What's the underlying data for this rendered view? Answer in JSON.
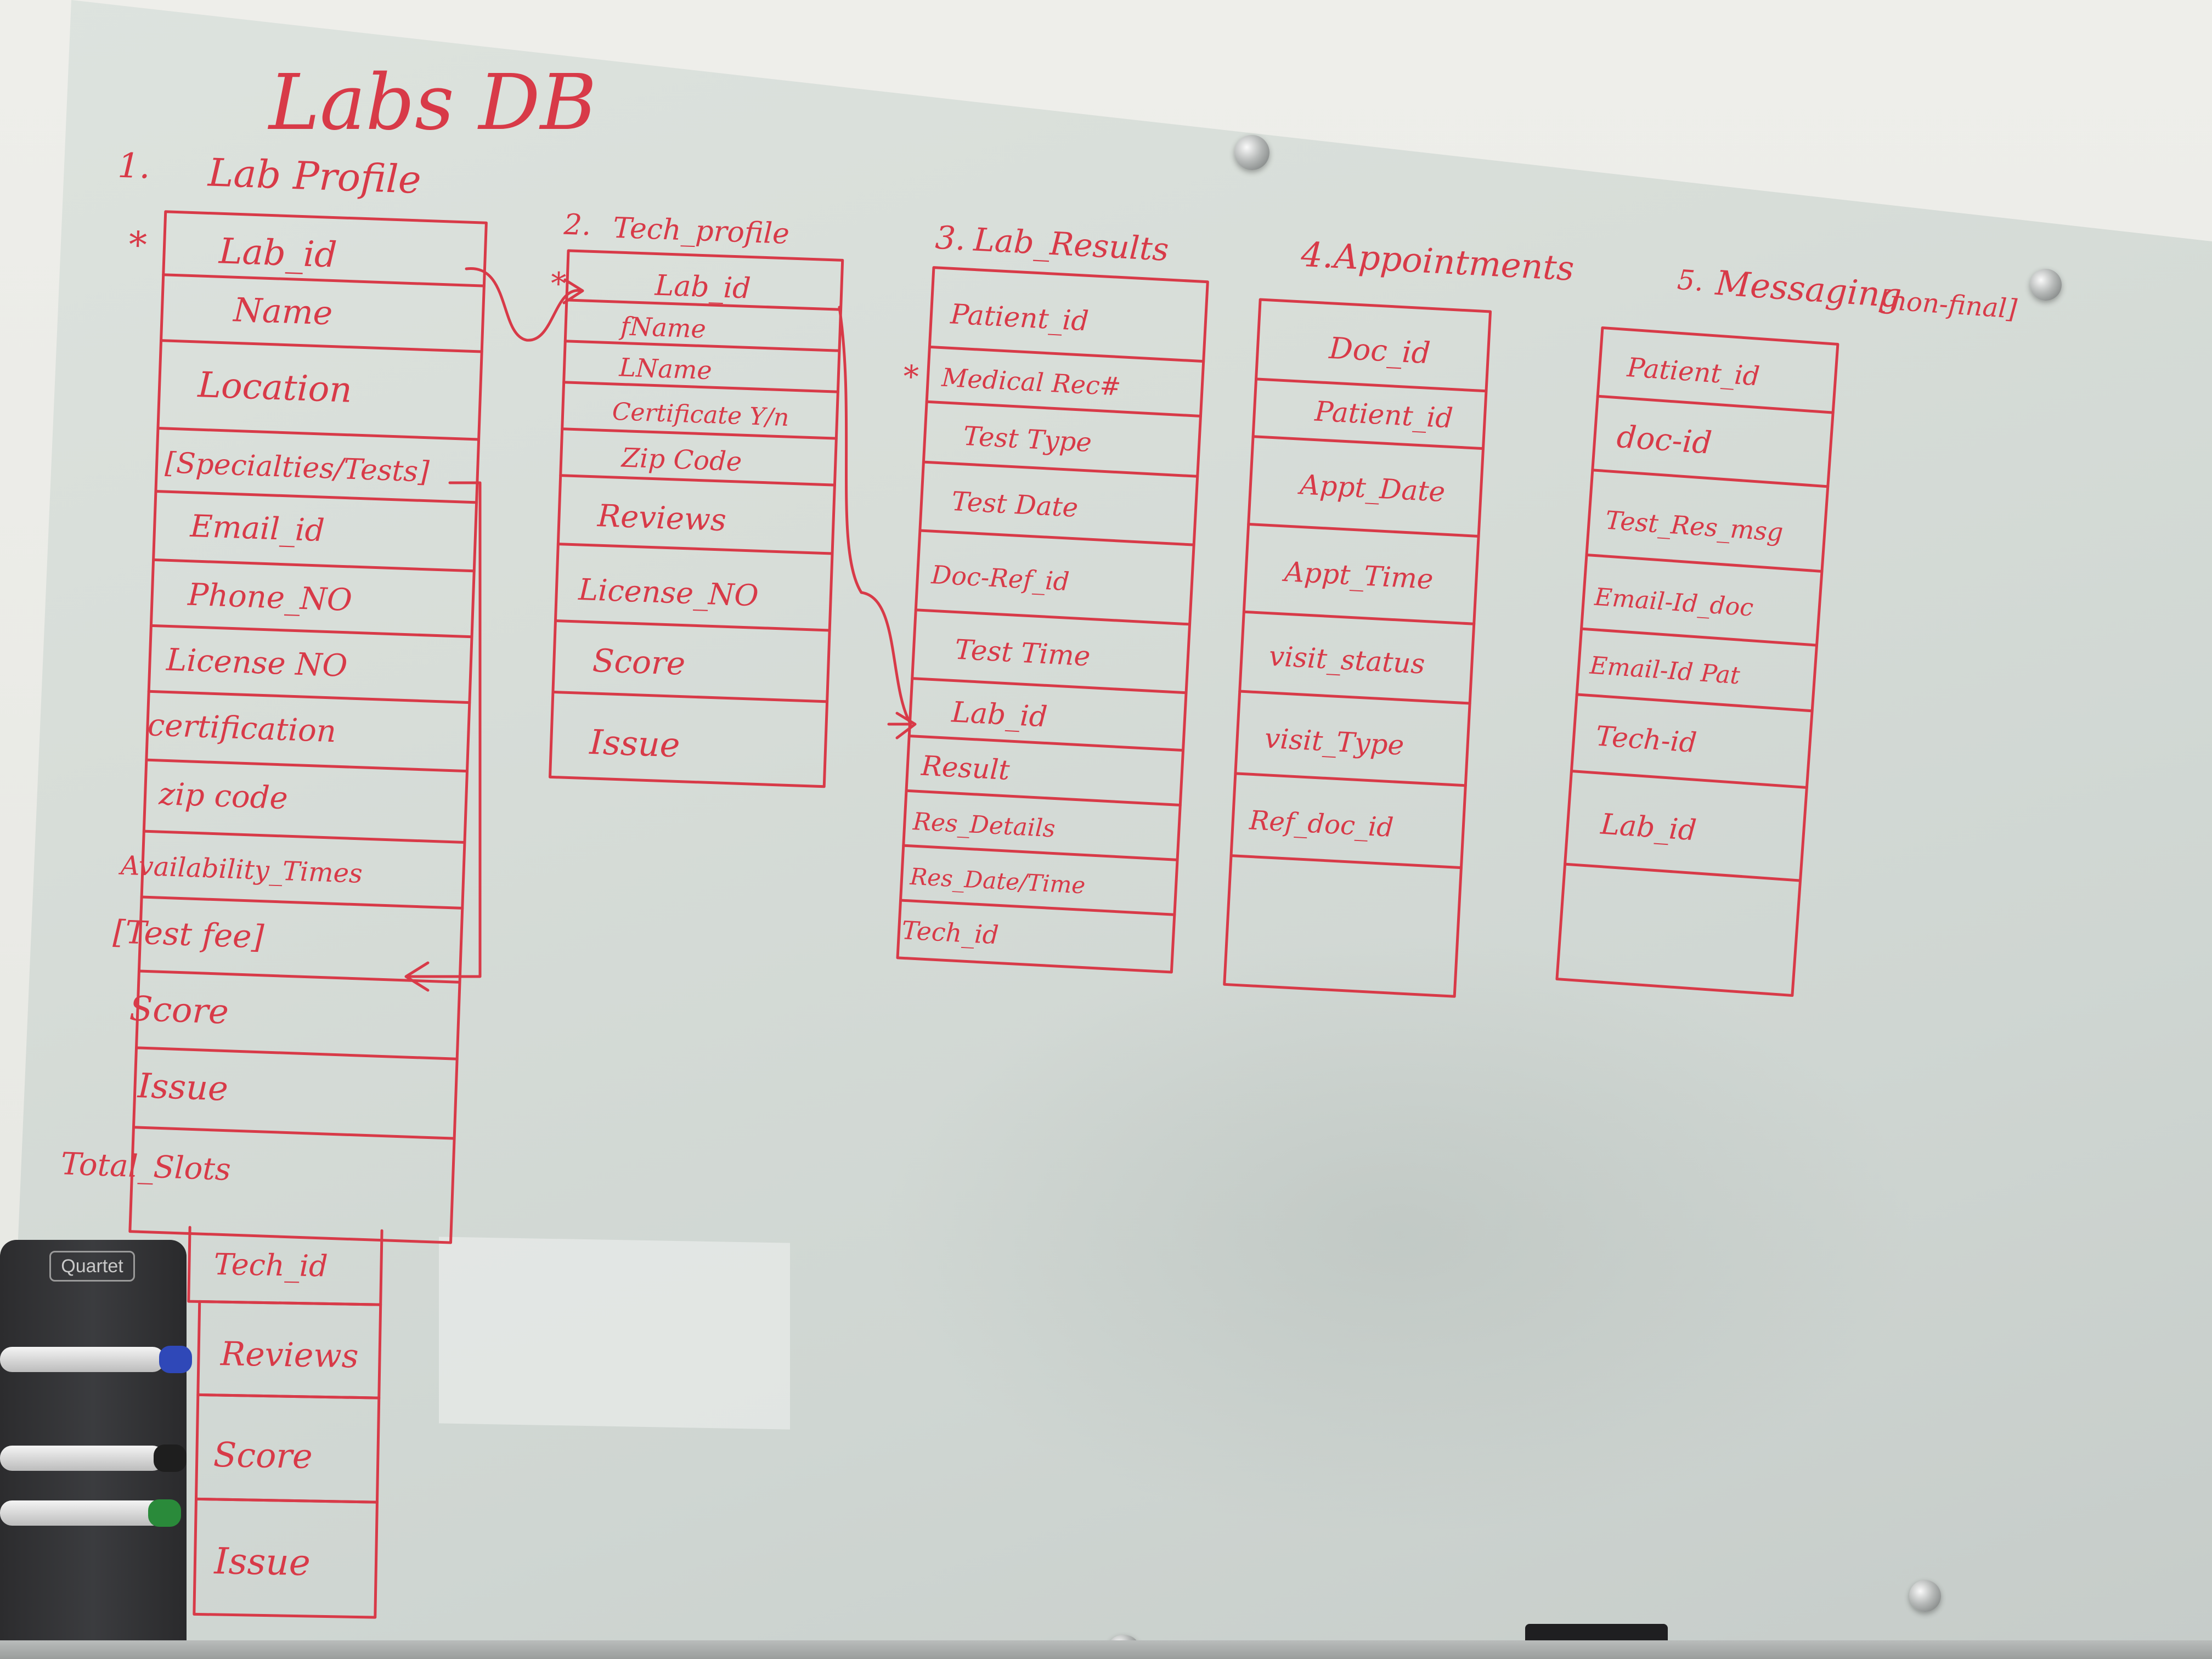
{
  "board": {
    "title": "Labs DB",
    "ink_color": "#d83a48",
    "tray_brand": "Quartet"
  },
  "tables": [
    {
      "number": "1.",
      "name": "Lab Profile",
      "fields": [
        "Lab_id",
        "Name",
        "Location",
        "[Specialties/Tests]",
        "Email_id",
        "Phone_NO",
        "License NO",
        "certification",
        "zip code",
        "Availability_Times",
        "[Test fee]",
        "Score",
        "Issue",
        "Total_Slots"
      ],
      "key_marker": "*",
      "extension_fields": [
        "Tech_id",
        "Reviews",
        "Score",
        "Issue"
      ]
    },
    {
      "number": "2.",
      "name": "Tech_profile",
      "fields": [
        "Lab_id",
        "fName",
        "LName",
        "Certificate Y/n",
        "Zip Code",
        "Reviews",
        "License_NO",
        "Score",
        "Issue"
      ],
      "key_marker": "*"
    },
    {
      "number": "3.",
      "name": "Lab_Results",
      "fields": [
        "Patient_id",
        "Medical Rec#",
        "Test Type",
        "Test Date",
        "Doc-Ref_id",
        "Test Time",
        "Lab_id",
        "Result",
        "Res_Details",
        "Res_Date/Time",
        "Tech_id"
      ],
      "key_marker": "*"
    },
    {
      "number": "4.",
      "name": "Appointments",
      "fields": [
        "Doc_id",
        "Patient_id",
        "Appt_Date",
        "Appt_Time",
        "visit_status",
        "visit_Type",
        "Ref_doc_id"
      ]
    },
    {
      "number": "5.",
      "name": "Messaging",
      "note": "[non-final]",
      "fields": [
        "Patient_id",
        "doc-id",
        "Test_Res_msg",
        "Email-Id_doc",
        "Email-Id Pat",
        "Tech-id",
        "Lab_id"
      ]
    }
  ]
}
